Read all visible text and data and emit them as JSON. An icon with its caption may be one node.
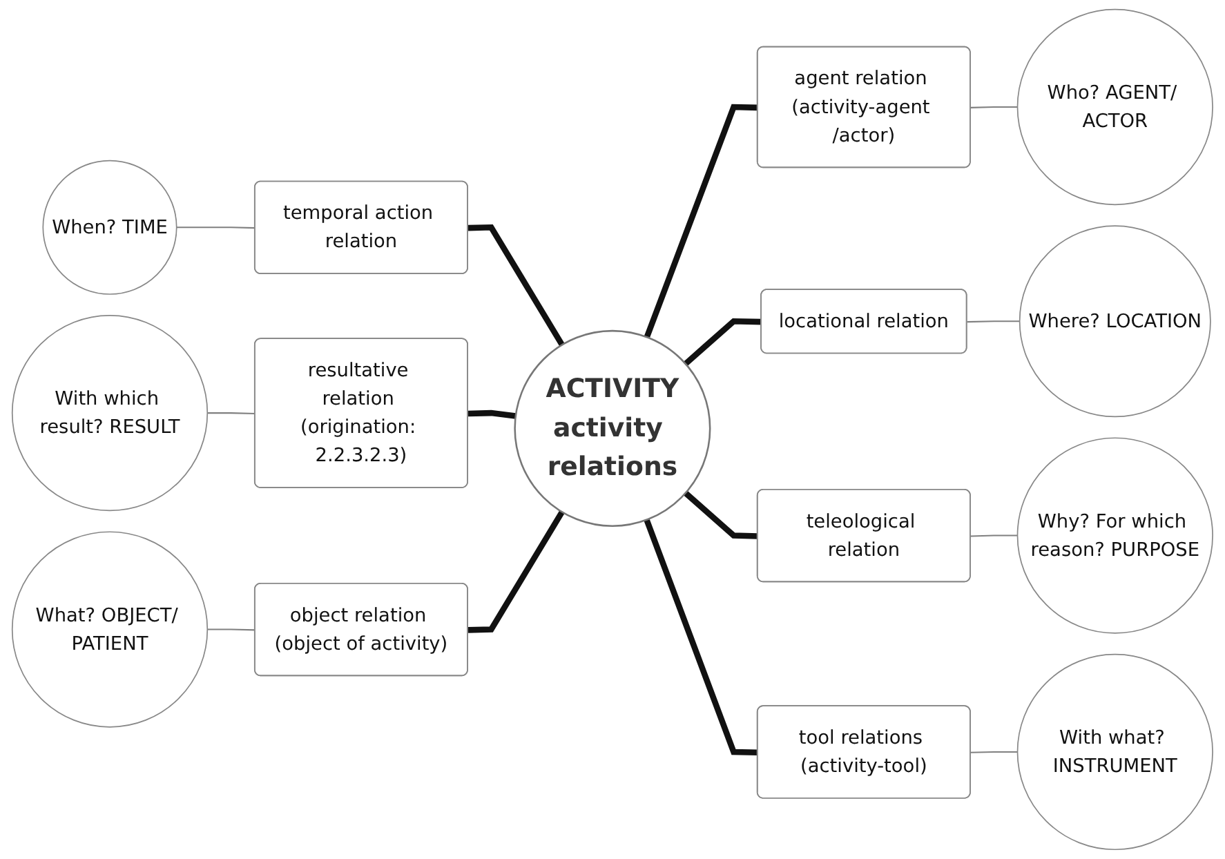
{
  "diagram": {
    "nodes": [
      {
        "text": [
          "ACTIVITY",
          "activity relations"
        ]
      },
      {
        "text": [
          "agent relation (activity-agent /actor)"
        ]
      },
      {
        "text": [
          "Who? AGENT/ ACTOR"
        ]
      },
      {
        "text": [
          "When? TIME"
        ]
      },
      {
        "text": [
          "temporal action relation"
        ]
      },
      {
        "text": [
          "locational relation"
        ]
      },
      {
        "text": [
          "Where? LOCATION"
        ]
      },
      {
        "text": [
          "With which result? RESULT"
        ]
      },
      {
        "text": [
          "resultative relation (origination: 2.2.3.2.3)"
        ]
      },
      {
        "text": [
          "teleological relation"
        ]
      },
      {
        "text": [
          "Why? For which reason? PURPOSE"
        ]
      },
      {
        "text": [
          "What? OBJECT/ PATIENT"
        ]
      },
      {
        "text": [
          "object relation (object of activity)"
        ]
      },
      {
        "text": [
          "tool relations (activity-tool)"
        ]
      },
      {
        "text": [
          "With what? INSTRUMENT"
        ]
      }
    ],
    "edges": [
      {
        "from": 0,
        "to": 1,
        "arrow": "none",
        "style": "thick"
      },
      {
        "from": 1,
        "to": 2,
        "arrow": "none",
        "color": "#808080"
      },
      {
        "from": 3,
        "to": 4,
        "arrow": "none",
        "color": "#808080"
      },
      {
        "from": 4,
        "to": 0,
        "arrow": "none",
        "style": "thick"
      },
      {
        "from": 0,
        "to": 5,
        "arrow": "none",
        "style": "thick"
      },
      {
        "from": 5,
        "to": 6,
        "arrow": "none",
        "color": "#808080"
      },
      {
        "from": 7,
        "to": 8,
        "arrow": "none",
        "color": "#808080"
      },
      {
        "from": 8,
        "to": 0,
        "arrow": "none",
        "style": "thick"
      },
      {
        "from": 0,
        "to": 9,
        "arrow": "none",
        "style": "thick"
      },
      {
        "from": 9,
        "to": 10,
        "arrow": "none",
        "color": "#808080"
      },
      {
        "from": 11,
        "to": 12,
        "arrow": "none",
        "color": "#808080"
      },
      {
        "from": 12,
        "to": 0,
        "arrow": "none",
        "style": "thick"
      },
      {
        "from": 0,
        "to": 13,
        "arrow": "none",
        "style": "thick"
      },
      {
        "from": 13,
        "to": 14,
        "arrow": "none",
        "color": "#808080"
      }
    ]
  }
}
